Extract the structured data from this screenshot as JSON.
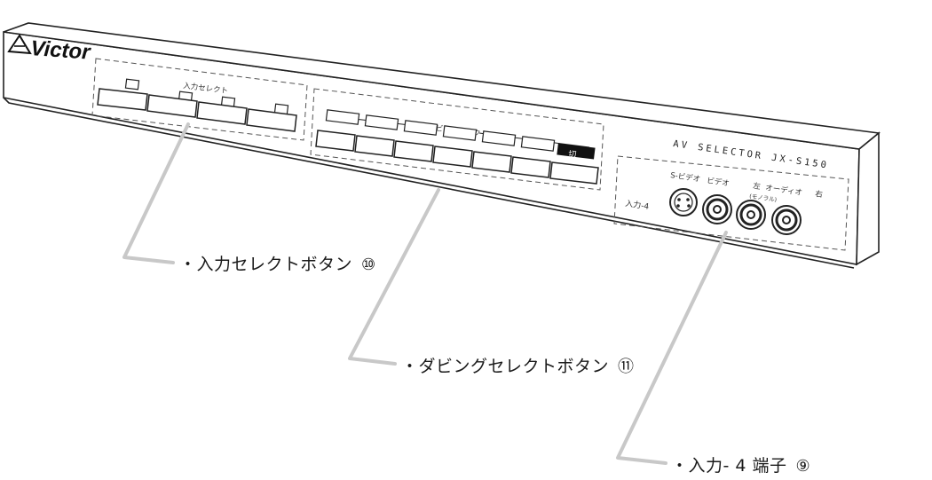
{
  "device": {
    "brand": "Victor",
    "model_text": "AV  SELECTOR  JX-S150",
    "input_select_label": "入力セレクト",
    "dubbing_select_label": "ダビングセレクト",
    "dubbing_off_label": "切",
    "input_terminal": {
      "label": "入力-4",
      "s_video_label": "S-ビデオ",
      "video_label": "ビデオ",
      "audio_left_label": "左",
      "audio_label": "オーディオ",
      "audio_right_label": "右",
      "monaural_label": "(モノラル)"
    }
  },
  "callouts": [
    {
      "label": "・入力セレクトボタン",
      "number": "⑩"
    },
    {
      "label": "・ダビングセレクトボタン",
      "number": "⑪"
    },
    {
      "label": "・入力- 4 端子",
      "number": "⑨"
    }
  ],
  "colors": {
    "line": "#222222",
    "leader": "#c8c8c8",
    "panel": "#ffffff"
  }
}
